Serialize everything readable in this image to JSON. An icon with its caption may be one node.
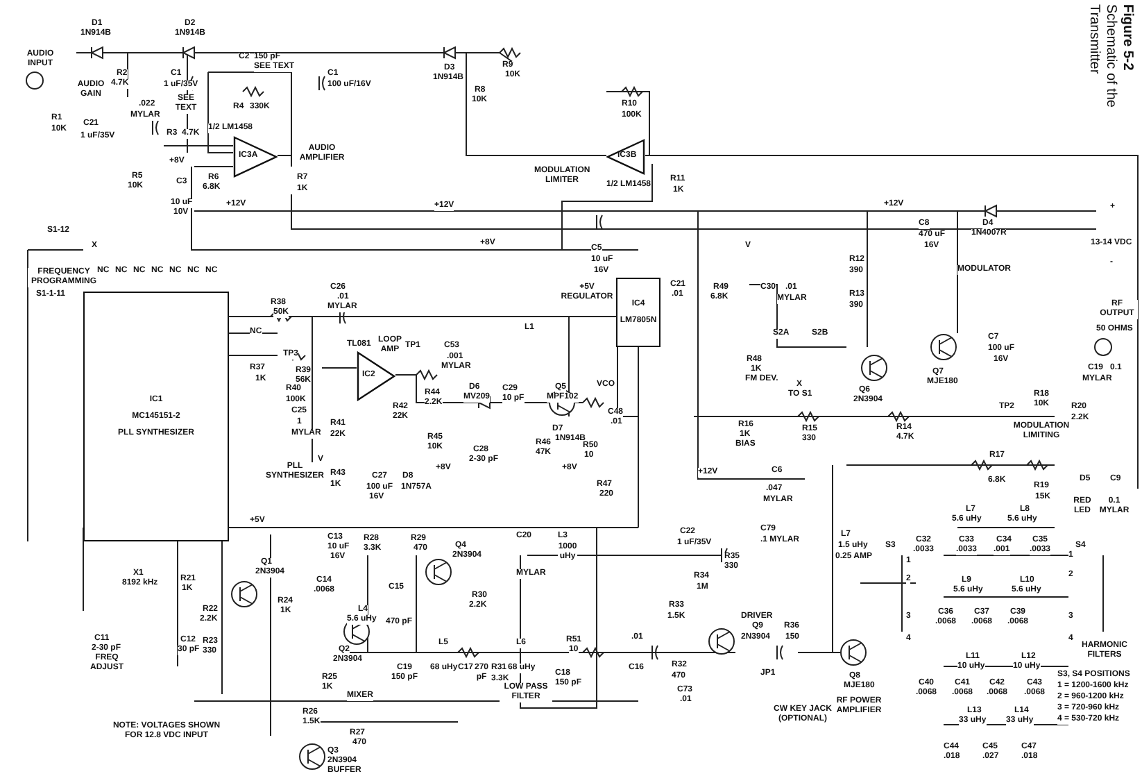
{
  "diagram": {
    "title": "Figure 5-2",
    "caption": "Schematic of the Transmitter",
    "nodes": [
      {
        "text": [
          "IC1",
          "MC145151-2",
          "PLL SYNTHESIZER"
        ]
      },
      {
        "text": [
          "IC4",
          "LM7805N"
        ]
      },
      {
        "text": [
          "IC3A"
        ]
      },
      {
        "text": [
          "IC3B"
        ]
      },
      {
        "text": [
          "IC2"
        ]
      }
    ],
    "labels": [
      "D1",
      "1N914B",
      "D2",
      "1N914B",
      "AUDIO INPUT",
      "C1",
      "1 uF/35V",
      "C2",
      "150 pF",
      "SEE TEXT",
      "C1",
      "100 uF/16V",
      "AUDIO GAIN",
      "R2",
      "4.7K",
      ".022",
      "MYLAR",
      "SEE TEXT",
      "R4",
      "330K",
      "R1",
      "10K",
      "C21",
      "1 uF/35V",
      "R3",
      "4.7K",
      "1/2 LM1458",
      "AUDIO AMPLIFIER",
      "+8V",
      "R5",
      "10K",
      "C3",
      "10 uF",
      "10V",
      "R6",
      "6.8K",
      "R7",
      "1K",
      "+12V",
      "D3",
      "1N914B",
      "R9",
      "10K",
      "R8",
      "10K",
      "R10",
      "100K",
      "MODULATION LIMITER",
      "1/2 LM1458",
      "R11",
      "1K",
      "+12V",
      "+8V",
      "C5",
      "10 uF",
      "16V",
      "C21",
      ".01",
      "+5V REGULATOR",
      "V",
      "R49",
      "6.8K",
      "C30",
      ".01",
      "MYLAR",
      "S2A",
      "S2B",
      "R48",
      "1K",
      "FM DEV.",
      "+12V",
      "C8",
      "470 uF",
      "16V",
      "D4",
      "1N4007R",
      "+",
      "13-14 VDC",
      "-",
      "R12",
      "390",
      "R13",
      "390",
      "MODULATOR",
      "Q6",
      "2N3904",
      "Q7",
      "MJE180",
      "C7",
      "100 uF",
      "16V",
      "X",
      "TO S1",
      "RF OUTPUT",
      "50 OHMS",
      "C19",
      "0.1",
      "MYLAR",
      "S1-12",
      "X",
      "FREQUENCY PROGRAMMING",
      "S1-1-11",
      "NC",
      "NC",
      "NC",
      "NC",
      "NC",
      "NC",
      "NC",
      "NC",
      "TP3",
      "R37",
      "1K",
      "R38",
      "50K",
      "C26",
      ".01",
      "MYLAR",
      "R39",
      "56K",
      "TL081",
      "LOOP AMP",
      "TP1",
      "R40",
      "100K",
      "C25",
      "1",
      "MYLAR",
      "R42",
      "22K",
      "R41",
      "22K",
      "PLL SYNTHESIZER",
      "V",
      "R43",
      "1K",
      "C27",
      "100 uF",
      "16V",
      "D8",
      "1N757A",
      "R44",
      "2.2K",
      "D6",
      "MV209",
      "C29",
      "10 pF",
      "Q5",
      "MPF102",
      "VCO",
      "C53",
      ".001",
      "MYLAR",
      "L1",
      "C28",
      "2-30 pF",
      "R45",
      "10K",
      "+8V",
      "R46",
      "47K",
      "D7",
      "1N914B",
      "C48",
      ".01",
      "R50",
      "10",
      "+8V",
      "R47",
      "220",
      "+12V",
      "R16",
      "1K",
      "BIAS",
      "R15",
      "330",
      "R14",
      "4.7K",
      "TP2",
      "R18",
      "10K",
      "MODULATION LIMITING",
      "R20",
      "2.2K",
      "R17",
      "6.8K",
      "R19",
      "15K",
      "D5",
      "C9",
      "RED LED",
      "0.1 MYLAR",
      "C6",
      ".047",
      "MYLAR",
      "L7",
      "1.5 uHy",
      "0.25 AMP",
      "S3",
      "1",
      "2",
      "3",
      "4",
      "S4",
      "1",
      "2",
      "3",
      "4",
      "L7",
      "5.6 uHy",
      "L8",
      "5.6 uHy",
      "C32",
      ".0033",
      "C33",
      ".0033",
      "C34",
      ".001",
      "C35",
      ".0033",
      "L9",
      "5.6 uHy",
      "L10",
      "5.6 uHy",
      "C36",
      ".0068",
      "C37",
      ".0068",
      "C39",
      ".0068",
      "L11",
      "10 uHy",
      "L12",
      "10 uHy",
      "C40",
      ".0068",
      "C41",
      ".0068",
      "C42",
      ".0068",
      "C43",
      ".0068",
      "L13",
      "33 uHy",
      "L14",
      "33 uHy",
      "C44",
      ".018",
      "C45",
      ".027",
      "C47",
      ".018",
      "HARMONIC FILTERS",
      "S3, S4 POSITIONS",
      "1 = 1200-1600 kHz",
      "2 = 960-1200 kHz",
      "3 = 720-960 kHz",
      "4 = 530-720 kHz",
      "Q8",
      "MJE180",
      "RF POWER AMPLIFIER",
      "R36",
      "150",
      "C79",
      ".1 MYLAR",
      "C22",
      "1 uF/35V",
      "R35",
      "330",
      "R34",
      "1M",
      "DRIVER",
      "Q9",
      "2N3904",
      "R33",
      "1.5K",
      "R32",
      "470",
      "C73",
      ".01",
      "JP1",
      "CW KEY JACK (OPTIONAL)",
      ".01",
      "C16",
      "R51",
      "10",
      "C18",
      "150 pF",
      "L3",
      "1000 uHy",
      "C20",
      "MYLAR",
      "L6",
      "68 uHy",
      "L5",
      "68 uHy",
      "C17",
      "270 pF",
      "R31",
      "3.3K",
      "LOW PASS FILTER",
      "Q4",
      "2N3904",
      "R30",
      "2.2K",
      "C15",
      "470 pF",
      "R29",
      "470",
      "R28",
      "3.3K",
      "C19",
      "150 pF",
      "L4",
      "5.6 uHy",
      "C14",
      ".0068",
      "C13",
      "10 uF",
      "16V",
      "X1",
      "8192 kHz",
      "+5V",
      "Q1",
      "2N3904",
      "R21",
      "1K",
      "R22",
      "2.2K",
      "R23",
      "330",
      "R24",
      "1K",
      "Q2",
      "2N3904",
      "R25",
      "1K",
      "MIXER",
      "C11",
      "2-30 pF",
      "FREQ ADJUST",
      "C12",
      "30 pF",
      "R26",
      "1.5K",
      "R27",
      "470",
      "Q3",
      "2N3904",
      "BUFFER",
      "NOTE: VOLTAGES SHOWN FOR 12.8 VDC INPUT"
    ]
  }
}
